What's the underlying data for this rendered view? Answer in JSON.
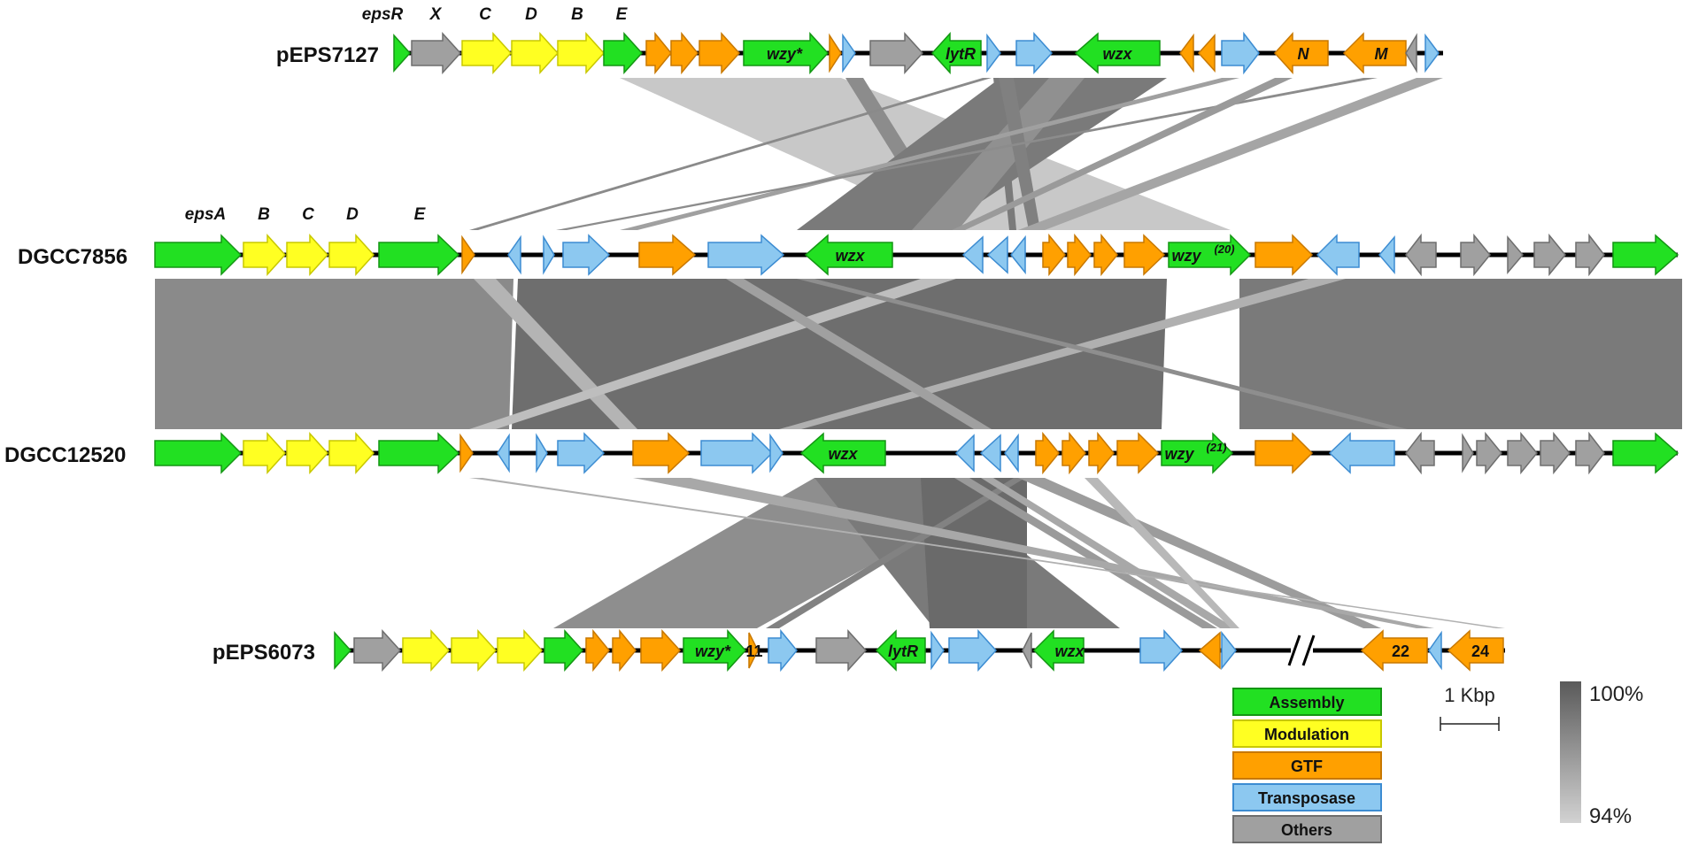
{
  "sequences": [
    {
      "label": "pEPS7127"
    },
    {
      "label": "DGCC7856"
    },
    {
      "label": "DGCC12520"
    },
    {
      "label": "pEPS6073"
    }
  ],
  "top_labels_1": [
    "epsR",
    "X",
    "C",
    "D",
    "B",
    "E"
  ],
  "top_labels_2": [
    "epsA",
    "B",
    "C",
    "D",
    "E"
  ],
  "gene_labels": {
    "p7127_wzy": "wzy*",
    "p7127_lytR": "lytR",
    "p7127_wzx": "wzx",
    "p7127_N": "N",
    "p7127_M": "M",
    "d7856_wzx": "wzx",
    "d7856_wzy": "wzy",
    "d7856_wzy_sup": "(20)",
    "d12520_wzx": "wzx",
    "d12520_wzy": "wzy",
    "d12520_wzy_sup": "(21)",
    "p6073_wzy": "wzy*",
    "p6073_11": "11",
    "p6073_lytR": "lytR",
    "p6073_wzx": "wzx",
    "p6073_22": "22",
    "p6073_24": "24"
  },
  "legend": [
    {
      "label": "Assembly",
      "fill": "#22e022",
      "stroke": "#139613"
    },
    {
      "label": "Modulation",
      "fill": "#ffff22",
      "stroke": "#c8c800"
    },
    {
      "label": "GTF",
      "fill": "#ffa000",
      "stroke": "#c87800"
    },
    {
      "label": "Transposase",
      "fill": "#8cc8f0",
      "stroke": "#3c8cd2"
    },
    {
      "label": "Others",
      "fill": "#a0a0a0",
      "stroke": "#6e6e6e"
    }
  ],
  "scale_bar": {
    "label": "1 Kbp"
  },
  "identity_scale": {
    "max_label": "100%",
    "min_label": "94%",
    "max_color": "#5a5a5a",
    "min_color": "#d2d2d2"
  },
  "colors": {
    "assembly": "#22e022",
    "modulation": "#ffff22",
    "gtf": "#ffa000",
    "transposase": "#8cc8f0",
    "others": "#a0a0a0",
    "backbone": "#000000"
  }
}
